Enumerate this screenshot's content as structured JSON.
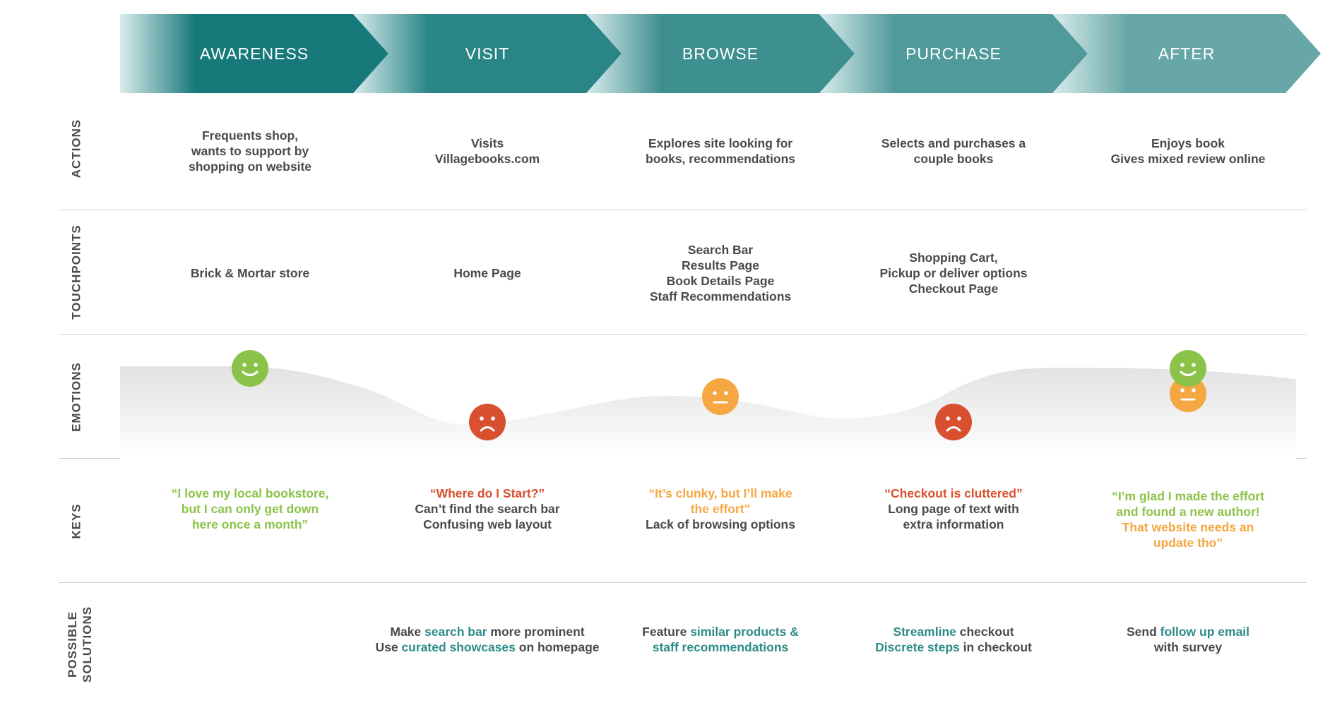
{
  "stages": [
    {
      "label": "AWARENESS",
      "color": "#17797a"
    },
    {
      "label": "VISIT",
      "color": "#2a8586"
    },
    {
      "label": "BROWSE",
      "color": "#3e8f90"
    },
    {
      "label": "PURCHASE",
      "color": "#519a9b"
    },
    {
      "label": "AFTER",
      "color": "#68a7a7"
    }
  ],
  "row_labels": {
    "actions": "ACTIONS",
    "touchpoints": "TOUCHPOINTS",
    "emotions": "EMOTIONS",
    "keys": "KEYS",
    "solutions_1": "POSSIBLE",
    "solutions_2": "SOLUTIONS"
  },
  "actions": [
    [
      "Frequents shop,",
      "wants to support by",
      "shopping on website"
    ],
    [
      "Visits",
      "Villagebooks.com"
    ],
    [
      "Explores site looking for",
      "books, recommendations"
    ],
    [
      "Selects and purchases a",
      "couple books"
    ],
    [
      "Enjoys book",
      "Gives mixed review online"
    ]
  ],
  "touchpoints": [
    [
      "Brick & Mortar store"
    ],
    [
      "Home Page"
    ],
    [
      "Search Bar",
      "Results Page",
      "Book Details Page",
      "Staff Recommendations"
    ],
    [
      "Shopping Cart,",
      "Pickup or deliver options",
      "Checkout Page"
    ],
    []
  ],
  "emotions": [
    {
      "face": "happy",
      "color": "#8bc34a"
    },
    {
      "face": "sad",
      "color": "#d9502f"
    },
    {
      "face": "neutral",
      "color": "#f5a742"
    },
    {
      "face": "sad",
      "color": "#d9502f"
    },
    {
      "face": "happy",
      "color": "#8bc34a",
      "second_face": "neutral",
      "second_color": "#f5a742"
    }
  ],
  "keys": [
    {
      "quote": [
        "“I love my local bookstore,",
        "but I can only get down",
        "here once a month”"
      ],
      "quote_class": "q-green",
      "notes": []
    },
    {
      "quote": [
        "“Where do I Start?”"
      ],
      "quote_class": "q-red",
      "notes": [
        "Can’t find the search bar",
        "Confusing web layout"
      ]
    },
    {
      "quote": [
        "“It’s clunky, but I’ll make",
        "the effort”"
      ],
      "quote_class": "q-orange",
      "notes": [
        "Lack of browsing options"
      ]
    },
    {
      "quote": [
        "“Checkout is cluttered”"
      ],
      "quote_class": "q-red",
      "notes": [
        "Long page of text with",
        "extra information"
      ]
    },
    {
      "quote": [
        "“I’m glad I made the effort",
        "and found a new author!"
      ],
      "quote_class": "q-green",
      "quote2": [
        "That website needs an",
        "update tho”"
      ],
      "quote2_class": "q-orange",
      "notes": []
    }
  ],
  "solutions": [
    [],
    [
      [
        {
          "t": "Make "
        },
        {
          "t": "search bar",
          "hl": true
        },
        {
          "t": " more prominent"
        }
      ],
      [
        {
          "t": "Use "
        },
        {
          "t": "curated showcases",
          "hl": true
        },
        {
          "t": " on homepage"
        }
      ]
    ],
    [
      [
        {
          "t": "Feature "
        },
        {
          "t": "similar products &",
          "hl": true
        }
      ],
      [
        {
          "t": "staff recommendations",
          "hl": true
        }
      ]
    ],
    [
      [
        {
          "t": "Streamline",
          "hl": true
        },
        {
          "t": " checkout"
        }
      ],
      [
        {
          "t": "Discrete steps",
          "hl": true
        },
        {
          "t": " in checkout"
        }
      ]
    ],
    [
      [
        {
          "t": "Send "
        },
        {
          "t": "follow up email",
          "hl": true
        }
      ],
      [
        {
          "t": "with survey"
        }
      ]
    ]
  ]
}
